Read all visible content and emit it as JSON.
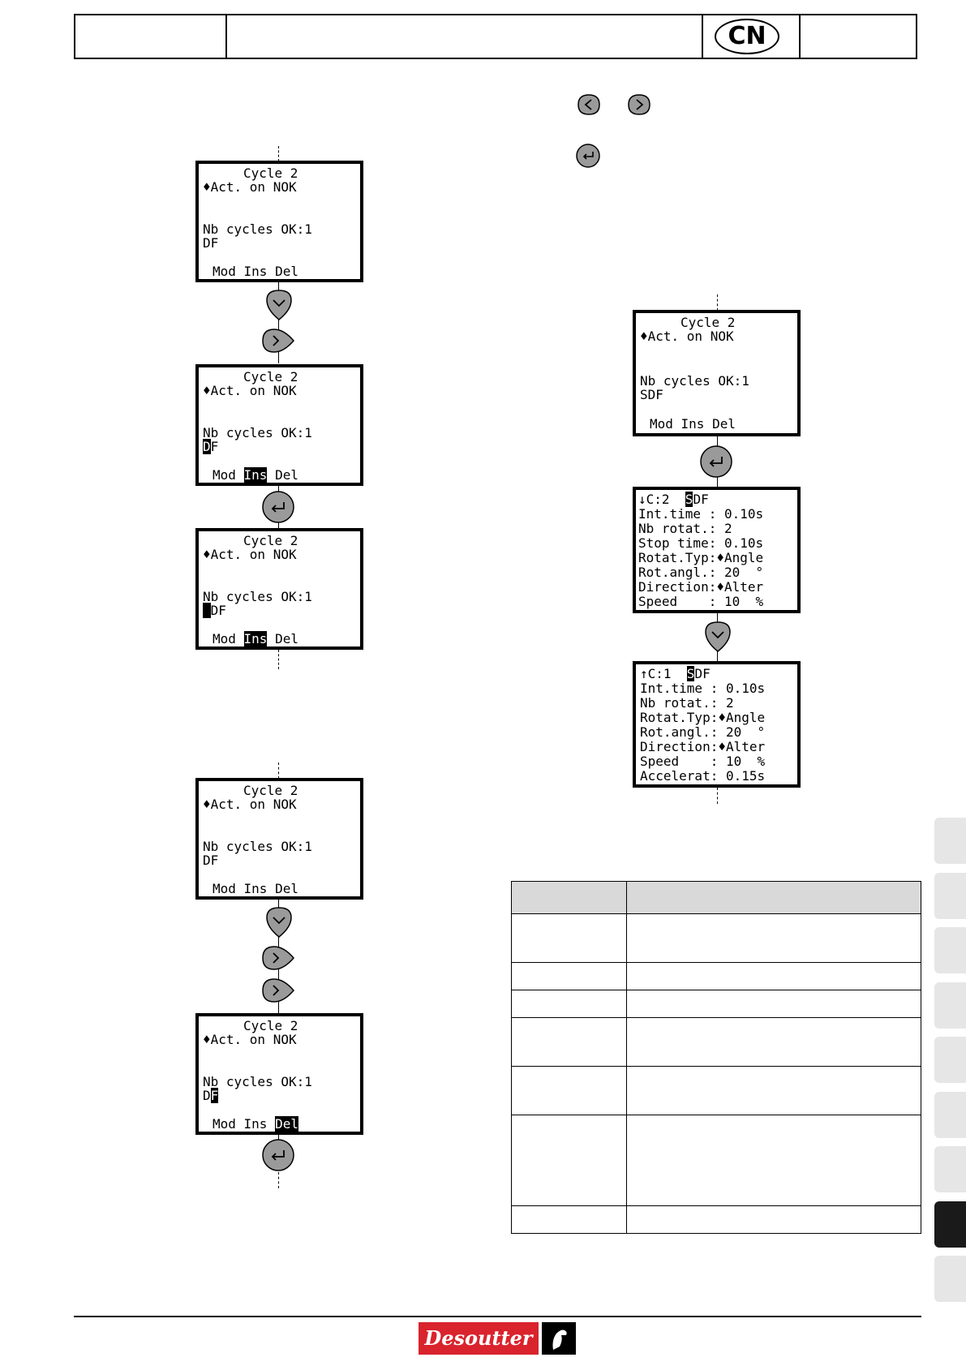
{
  "header": {
    "lang_badge": "CN"
  },
  "buttons": {
    "left_symbol": "<",
    "right_symbol": ">",
    "down_symbol": "v",
    "enter_symbol": "↵"
  },
  "screens": {
    "s1": {
      "l1": "Cycle 2",
      "l2": "♦Act. on NOK",
      "l3": "Nb cycles OK:1",
      "l4": "DF",
      "l5": "Mod Ins Del"
    },
    "s2": {
      "l1": "Cycle 2",
      "l2": "♦Act. on NOK",
      "l3": "Nb cycles OK:1",
      "l4a": "D",
      "l4b": "F",
      "l5a": "Mod ",
      "l5b": "Ins",
      "l5c": " Del"
    },
    "s3": {
      "l1": "Cycle 2",
      "l2": "♦Act. on NOK",
      "l3": "Nb cycles OK:1",
      "l4a": " ",
      "l4b": "DF",
      "l5a": "Mod ",
      "l5b": "Ins",
      "l5c": " Del"
    },
    "s4": {
      "l1": "Cycle 2",
      "l2": "♦Act. on NOK",
      "l3": "Nb cycles OK:1",
      "l4": "DF",
      "l5": "Mod Ins Del"
    },
    "s5": {
      "l1": "Cycle 2",
      "l2": "♦Act. on NOK",
      "l3": "Nb cycles OK:1",
      "l4a": "D",
      "l4b": "F",
      "l5a": "Mod Ins ",
      "l5b": "Del"
    },
    "s6": {
      "l1": "Cycle 2",
      "l2": "♦Act. on NOK",
      "l3": "Nb cycles OK:1",
      "l4": "SDF",
      "l5": "Mod Ins Del"
    },
    "s7": {
      "l1a": "↓C:2  ",
      "l1b": "S",
      "l1c": "DF",
      "l2": "Int.time : 0.10s",
      "l3": "Nb rotat.: 2",
      "l4": "Stop time: 0.10s",
      "l5": "Rotat.Typ:♦Angle",
      "l6": "Rot.angl.: 20  °",
      "l7": "Direction:♦Alter",
      "l8": "Speed    : 10  %"
    },
    "s8": {
      "l1a": "↑C:1  ",
      "l1b": "S",
      "l1c": "DF",
      "l2": "Int.time : 0.10s",
      "l3": "Nb rotat.: 2",
      "l4": "Rotat.Typ:♦Angle",
      "l5": "Rot.angl.: 20  °",
      "l6": "Direction:♦Alter",
      "l7": "Speed    : 10  %",
      "l8": "Accelerat: 0.15s"
    }
  },
  "side_tabs": {
    "count": 9,
    "active_index": 7
  },
  "footer": {
    "brand": "Desoutter"
  },
  "colors": {
    "ink": "#000000",
    "tab": "#e6e6e6",
    "tab_active": "#1a1a1a",
    "table_head": "#d9d9d9",
    "brand_red": "#d9232d"
  }
}
